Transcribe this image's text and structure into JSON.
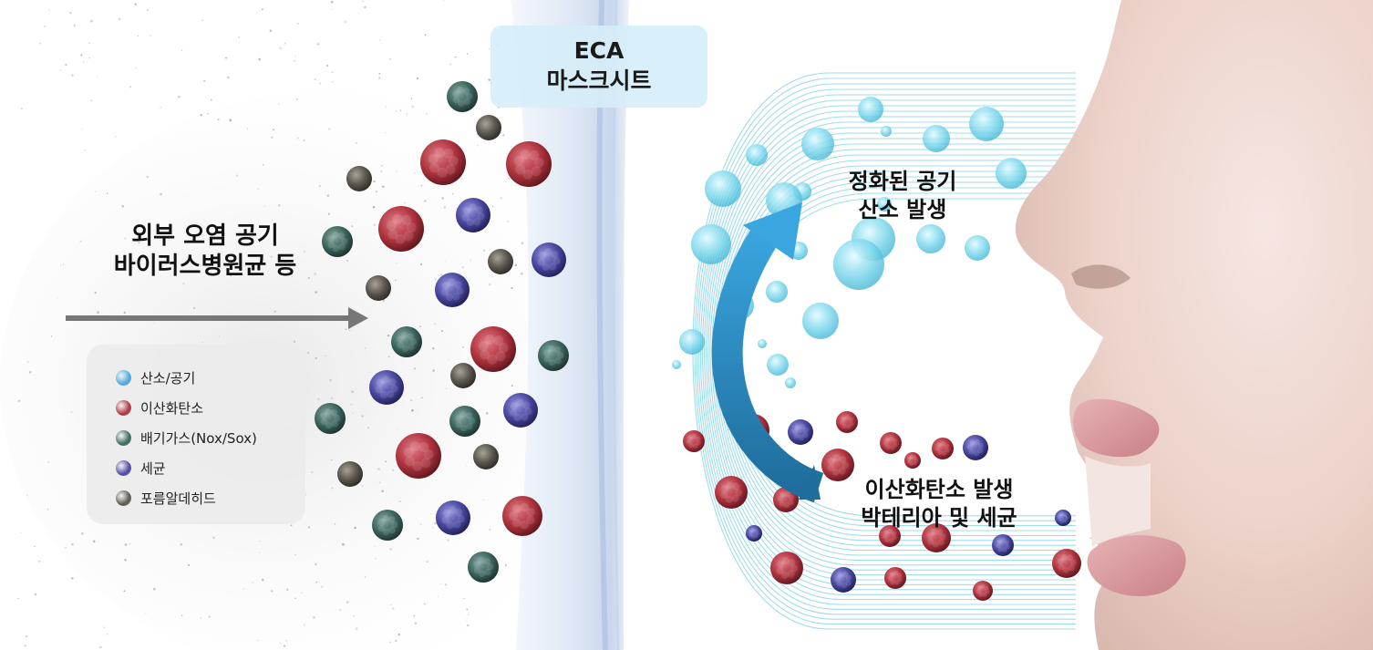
{
  "sheet_badge": {
    "title": "ECA",
    "subtitle": "마스크시트"
  },
  "outside_air": {
    "line1": "외부 오염 공기",
    "line2": "바이러스병원균 등"
  },
  "purified_air": {
    "line1": "정화된 공기",
    "line2": "산소 발생"
  },
  "exhaled_air": {
    "line1": "이산화탄소 발생",
    "line2": "박테리아 및 세균"
  },
  "legend": [
    {
      "label": "산소/공기",
      "color": "#4ea7dc"
    },
    {
      "label": "이산화탄소",
      "color": "#b0343f"
    },
    {
      "label": "배기가스(Nox/Sox)",
      "color": "#3d6660"
    },
    {
      "label": "세균",
      "color": "#4a48a0"
    },
    {
      "label": "포름알데히드",
      "color": "#5b564e"
    }
  ],
  "colors": {
    "oxygen": "#7fd8ec",
    "co2": "#b0343f",
    "exhaust": "#3d6660",
    "bacteria": "#4a48a0",
    "formaldehyde": "#5b564e",
    "airflow_lines": "#7fd0e6",
    "arrow": "#2a86c2",
    "skin": "#efd6cf"
  }
}
